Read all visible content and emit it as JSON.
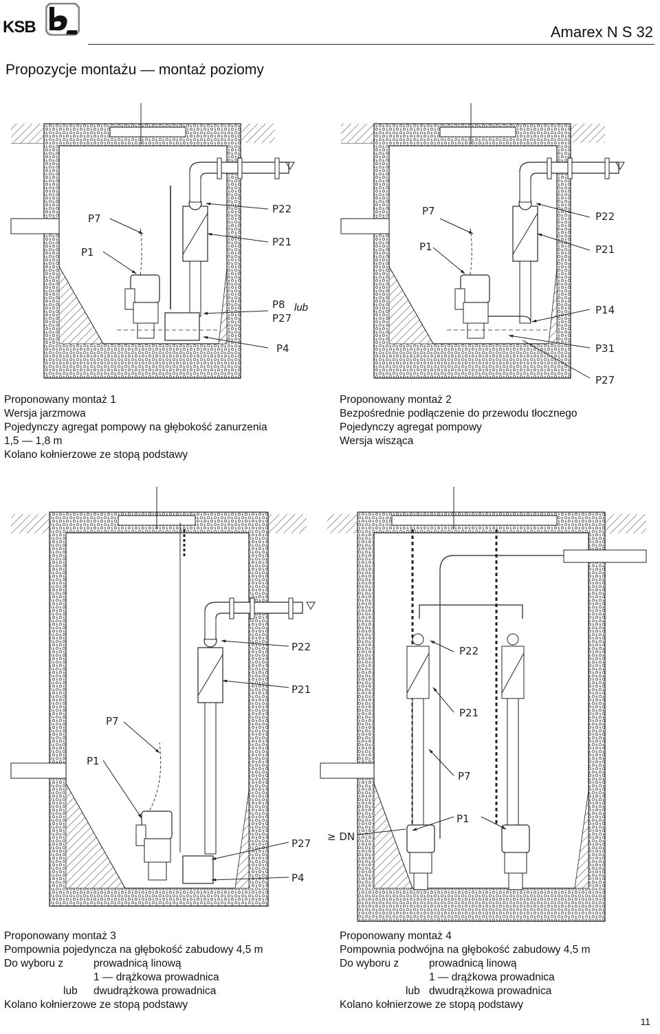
{
  "header": {
    "brand": "KSB",
    "doc_title": "Amarex N S 32"
  },
  "section_title": "Propozycje montażu — montaż poziomy",
  "figures": [
    {
      "labels": {
        "p7": "P7",
        "p1": "P1",
        "p22": "P22",
        "p21": "P21",
        "p8": "P8",
        "lub": "lub",
        "p27": "P27",
        "p4": "P4"
      },
      "caption": [
        "Proponowany montaż 1",
        "Wersja jarzmowa",
        "Pojedynczy agregat pompowy na głębokość zanurzenia",
        "1,5 — 1,8 m",
        "Kolano kołnierzowe ze stopą podstawy"
      ]
    },
    {
      "labels": {
        "p7": "P7",
        "p1": "P1",
        "p22": "P22",
        "p21": "P21",
        "p14": "P14",
        "p31": "P31",
        "p27": "P27"
      },
      "caption": [
        "Proponowany montaż 2",
        "Bezpośrednie podłączenie do przewodu tłocznego",
        "Pojedynczy agregat pompowy",
        "Wersja wisząca"
      ]
    },
    {
      "labels": {
        "p22": "P22",
        "p21": "P21",
        "p7": "P7",
        "p1": "P1",
        "p27": "P27",
        "p4": "P4"
      },
      "caption": {
        "line1": "Proponowany montaż 3",
        "line2": "Pompownia pojedyncza na głębokość zabudowy 4,5 m",
        "line3_a": "Do wyboru  z",
        "line3_b": "prowadnicą linową",
        "line4_b": "1 — drążkowa prowadnica",
        "line5_a": "lub",
        "line5_b": "dwudrążkowa prowadnica",
        "line6": "Kolano kołnierzowe ze stopą podstawy"
      }
    },
    {
      "labels": {
        "p22": "P22",
        "p21": "P21",
        "p7": "P7",
        "p1": "P1",
        "dn": "≥ DN"
      },
      "caption": {
        "line1": "Proponowany montaż 4",
        "line2": "Pompownia podwójna na głębokość zabudowy 4,5 m",
        "line3_a": "Do wyboru  z",
        "line3_b": "prowadnicą linową",
        "line4_b": "1 — drążkowa prowadnica",
        "line5_a": "lub",
        "line5_b": "dwudrążkowa prowadnica",
        "line6": "Kolano kołnierzowe ze stopą podstawy"
      }
    }
  ],
  "page_number": "11"
}
